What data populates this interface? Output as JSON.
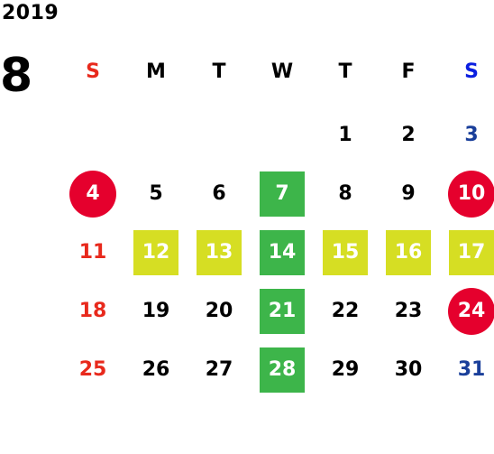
{
  "year": "2019",
  "month": "8",
  "colors": {
    "sunday": "#e8291c",
    "saturday": "#1a3f9a",
    "saturday_header": "#0b1fe0",
    "weekday_text": "#000000",
    "highlight_text": "#ffffff",
    "holiday_red": "#e5002d",
    "green": "#3db54a",
    "yellow": "#d6de23"
  },
  "weekdays": [
    {
      "label": "S",
      "type": "sun"
    },
    {
      "label": "M",
      "type": "weekday"
    },
    {
      "label": "T",
      "type": "weekday"
    },
    {
      "label": "W",
      "type": "weekday"
    },
    {
      "label": "T",
      "type": "weekday"
    },
    {
      "label": "F",
      "type": "weekday"
    },
    {
      "label": "S",
      "type": "sat"
    }
  ],
  "weeks": [
    [
      null,
      null,
      null,
      null,
      {
        "d": "1"
      },
      {
        "d": "2"
      },
      {
        "d": "3"
      }
    ],
    [
      {
        "d": "4",
        "hl": "red-circle"
      },
      {
        "d": "5"
      },
      {
        "d": "6"
      },
      {
        "d": "7",
        "hl": "green"
      },
      {
        "d": "8"
      },
      {
        "d": "9"
      },
      {
        "d": "10",
        "hl": "red-circle"
      }
    ],
    [
      {
        "d": "11"
      },
      {
        "d": "12",
        "hl": "yellow"
      },
      {
        "d": "13",
        "hl": "yellow"
      },
      {
        "d": "14",
        "hl": "green"
      },
      {
        "d": "15",
        "hl": "yellow"
      },
      {
        "d": "16",
        "hl": "yellow"
      },
      {
        "d": "17",
        "hl": "yellow"
      }
    ],
    [
      {
        "d": "18"
      },
      {
        "d": "19"
      },
      {
        "d": "20"
      },
      {
        "d": "21",
        "hl": "green"
      },
      {
        "d": "22"
      },
      {
        "d": "23"
      },
      {
        "d": "24",
        "hl": "red-circle"
      }
    ],
    [
      {
        "d": "25"
      },
      {
        "d": "26"
      },
      {
        "d": "27"
      },
      {
        "d": "28",
        "hl": "green"
      },
      {
        "d": "29"
      },
      {
        "d": "30"
      },
      {
        "d": "31"
      }
    ]
  ]
}
